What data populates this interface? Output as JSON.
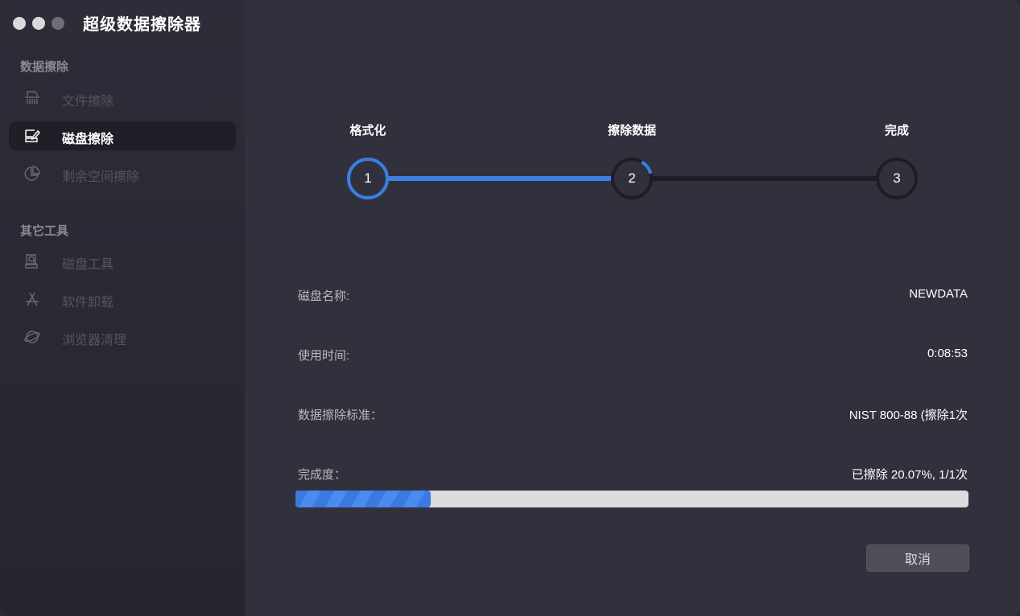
{
  "window": {
    "title": "超级数据擦除器",
    "traffic_lights": [
      "close",
      "minimize",
      "zoom"
    ]
  },
  "sidebar": {
    "sections": [
      {
        "title": "数据擦除",
        "items": [
          {
            "label": "文件擦除",
            "icon": "shredder-icon",
            "active": false
          },
          {
            "label": "磁盘擦除",
            "icon": "disk-erase-icon",
            "active": true
          },
          {
            "label": "剩余空间擦除",
            "icon": "pie-chart-icon",
            "active": false
          }
        ]
      },
      {
        "title": "其它工具",
        "items": [
          {
            "label": "磁盘工具",
            "icon": "disk-tool-icon",
            "active": false
          },
          {
            "label": "软件卸载",
            "icon": "app-store-icon",
            "active": false
          },
          {
            "label": "浏览器清理",
            "icon": "planet-icon",
            "active": false
          }
        ]
      }
    ]
  },
  "stepper": {
    "steps": [
      {
        "number": "1",
        "label": "格式化",
        "state": "done"
      },
      {
        "number": "2",
        "label": "擦除数据",
        "state": "active"
      },
      {
        "number": "3",
        "label": "完成",
        "state": "pending"
      }
    ],
    "accent_color": "#3b7fe0"
  },
  "details": {
    "disk_name": {
      "label": "磁盘名称:",
      "value": "NEWDATA"
    },
    "elapsed_time": {
      "label": "使用时间:",
      "value": "0:08:53"
    },
    "standard": {
      "label": "数据擦除标准：",
      "value": "NIST 800-88 (擦除1次"
    },
    "progress": {
      "label": "完成度：",
      "value": "已擦除 20.07%, 1/1次",
      "percent": 20.07
    }
  },
  "actions": {
    "cancel_label": "取消"
  }
}
